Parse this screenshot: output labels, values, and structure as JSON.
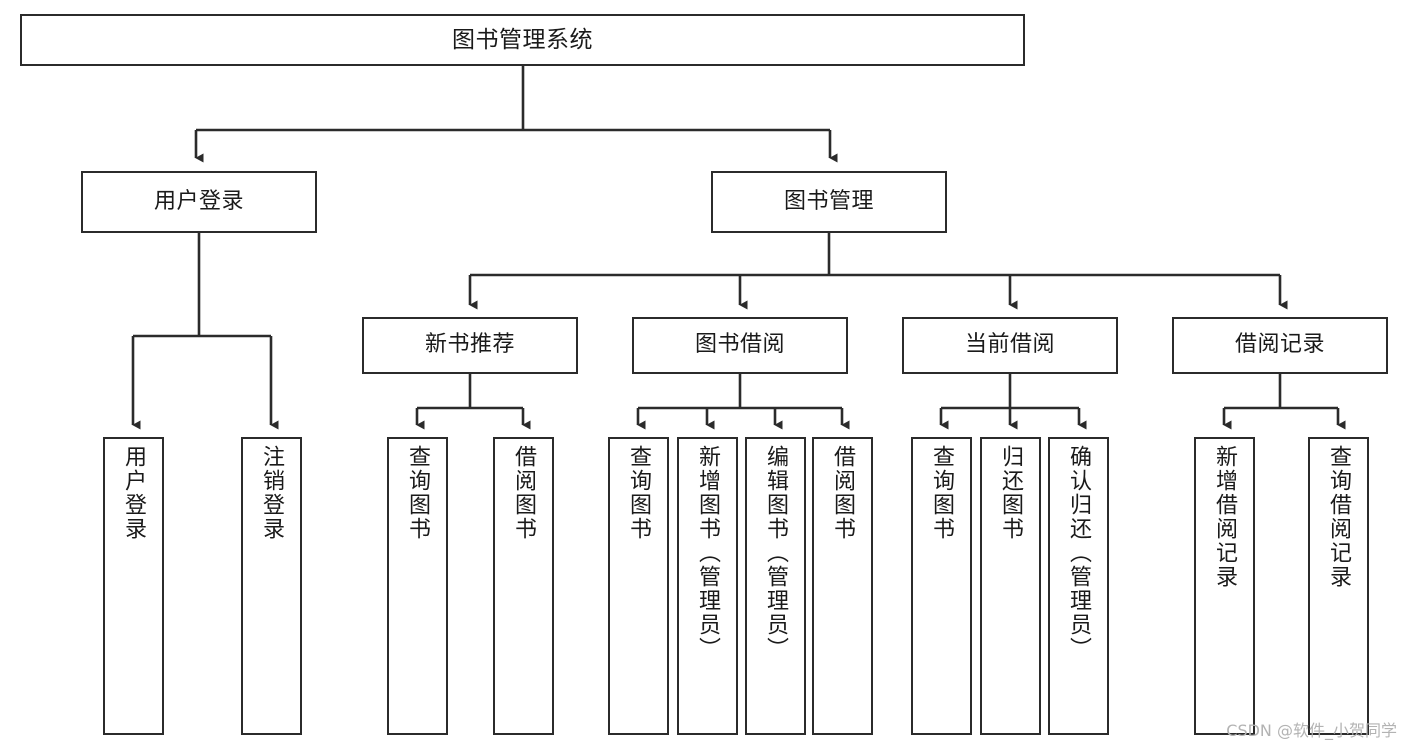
{
  "diagram": {
    "title": "图书管理系统",
    "type": "tree-hierarchy-chart",
    "stroke_color": "#2b2b2b",
    "background_color": "#ffffff",
    "watermark": "CSDN @软件_小贺同学"
  },
  "nodes": {
    "root": {
      "label": "图书管理系统"
    },
    "level1": [
      {
        "label": "用户登录"
      },
      {
        "label": "图书管理"
      }
    ],
    "level2": [
      {
        "label": "新书推荐"
      },
      {
        "label": "图书借阅"
      },
      {
        "label": "当前借阅"
      },
      {
        "label": "借阅记录"
      }
    ],
    "leaves_user_login": [
      {
        "label": "用户登录"
      },
      {
        "label": "注销登录"
      }
    ],
    "leaves_new_book": [
      {
        "label": "查询图书"
      },
      {
        "label": "借阅图书"
      }
    ],
    "leaves_borrow": [
      {
        "label": "查询图书"
      },
      {
        "label": "新增图书（管理员）"
      },
      {
        "label": "编辑图书（管理员）"
      },
      {
        "label": "借阅图书"
      }
    ],
    "leaves_current": [
      {
        "label": "查询图书"
      },
      {
        "label": "归还图书"
      },
      {
        "label": "确认归还（管理员）"
      }
    ],
    "leaves_records": [
      {
        "label": "新增借阅记录"
      },
      {
        "label": "查询借阅记录"
      }
    ]
  }
}
